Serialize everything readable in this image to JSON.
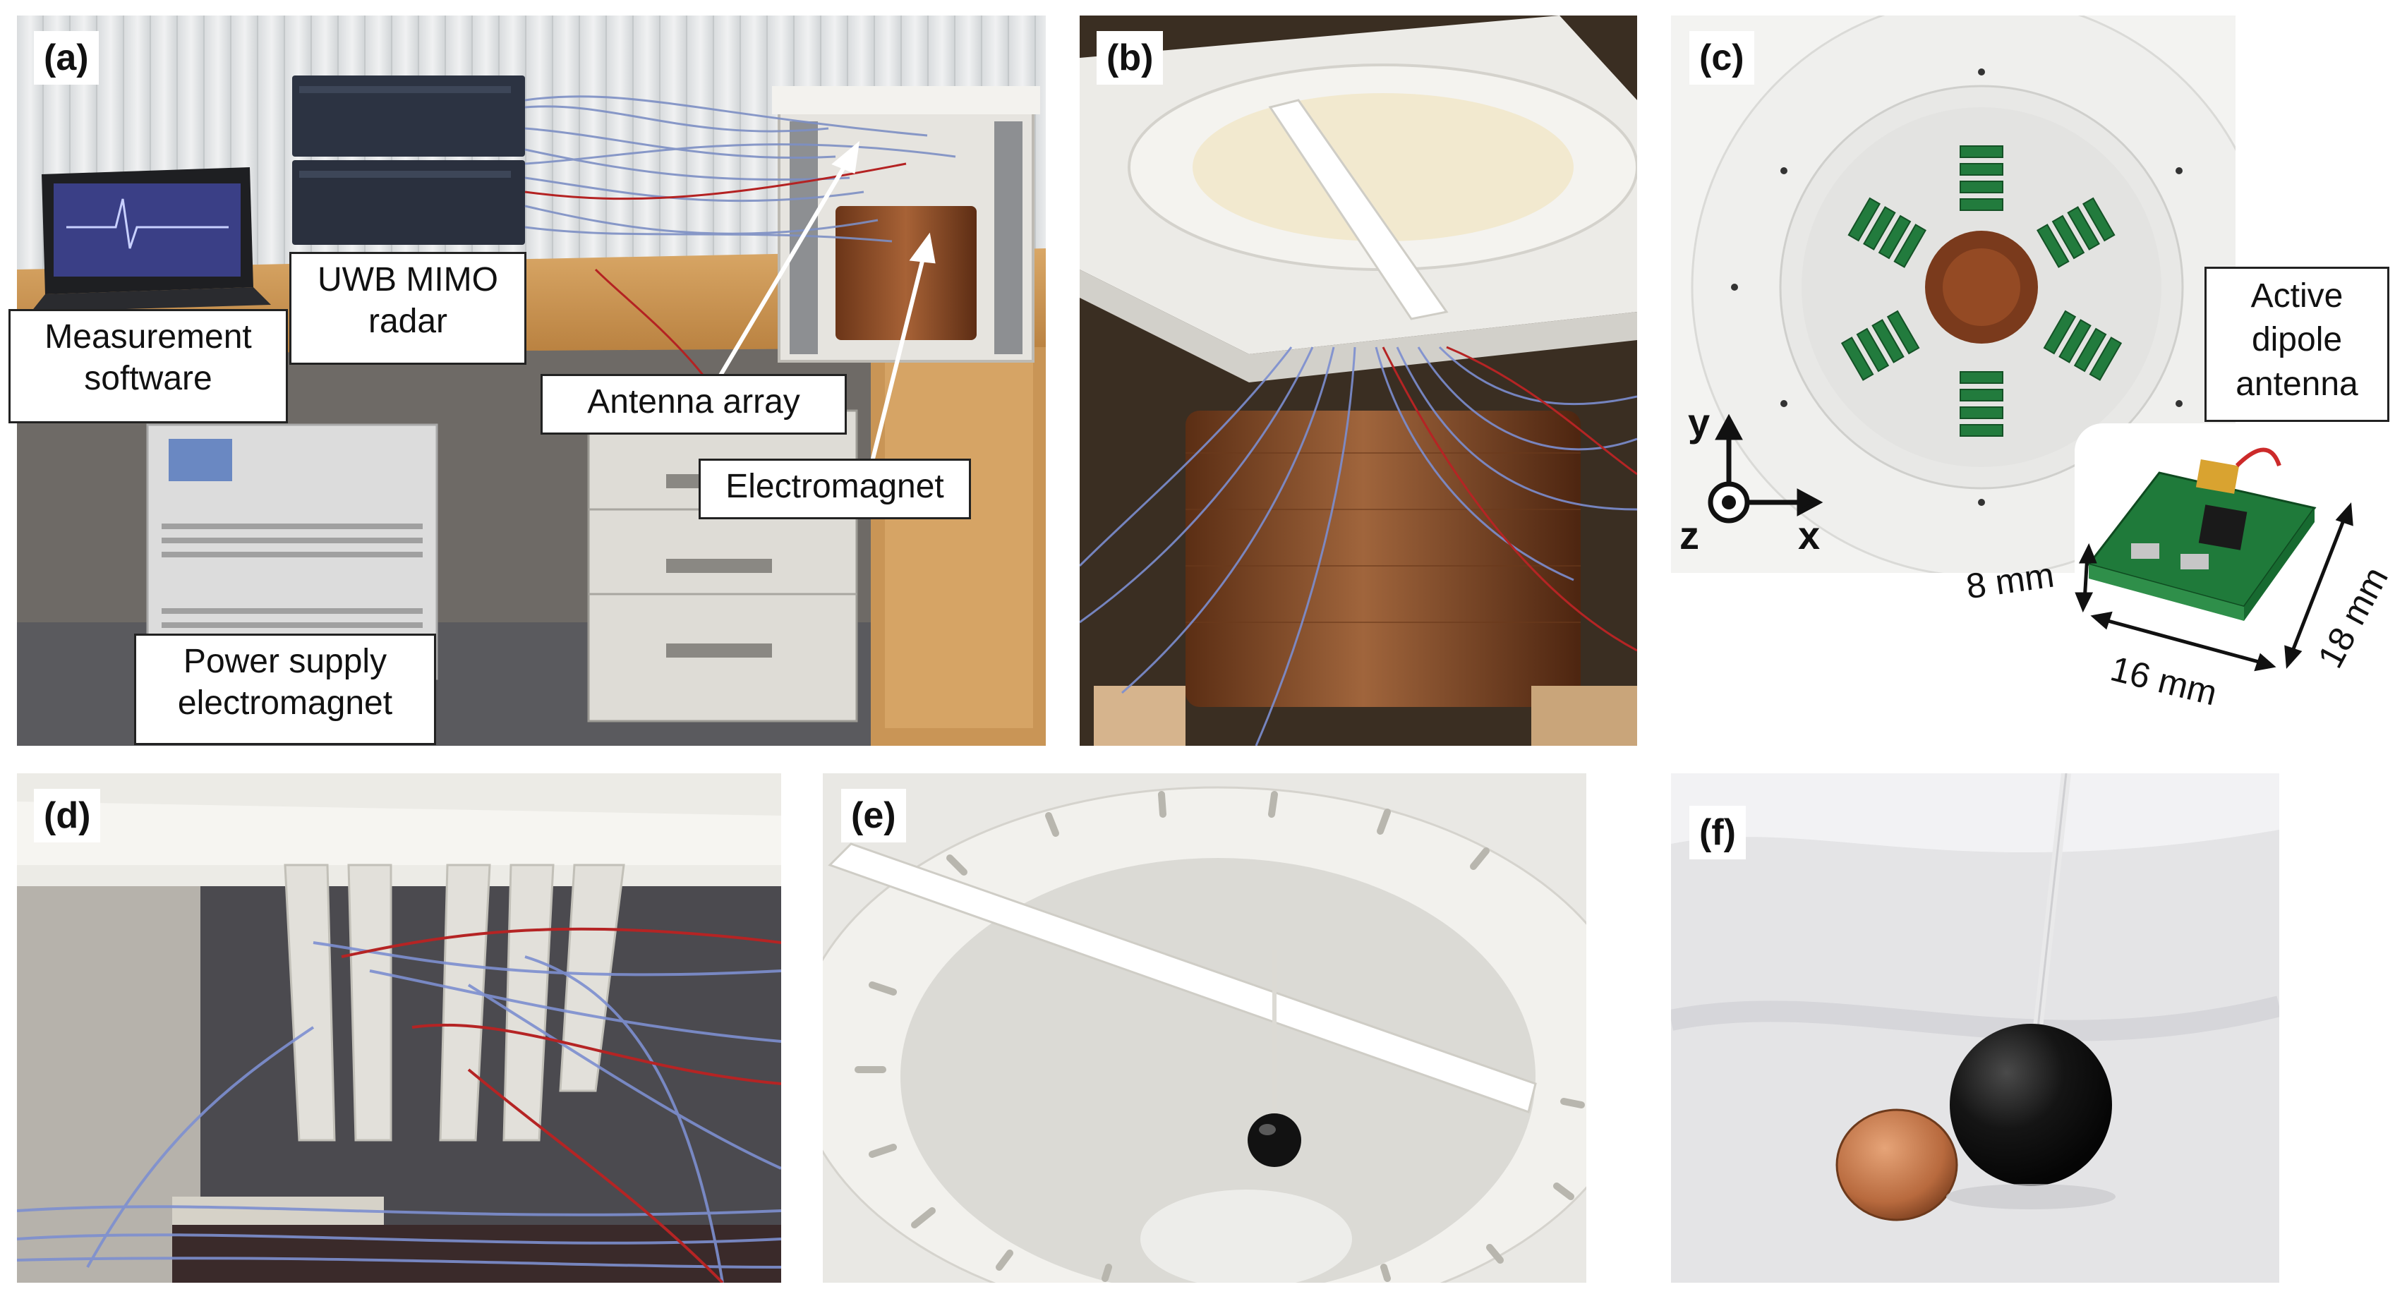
{
  "panels": {
    "a": {
      "label": "(a)"
    },
    "b": {
      "label": "(b)"
    },
    "c": {
      "label": "(c)"
    },
    "d": {
      "label": "(d)"
    },
    "e": {
      "label": "(e)"
    },
    "f": {
      "label": "(f)"
    }
  },
  "callouts_a": {
    "measurement_software": "Measurement\nsoftware",
    "uwb_mimo_radar": "UWB MIMO\nradar",
    "antenna_array": "Antenna array",
    "electromagnet": "Electromagnet",
    "power_supply": "Power supply\nelectromagnet"
  },
  "callouts_c": {
    "active_dipole": "Active\ndipole\nantenna",
    "dim_8": "8 mm",
    "dim_16": "16 mm",
    "dim_18": "18 mm",
    "axis_x": "x",
    "axis_y": "y",
    "axis_z": "z"
  },
  "colors": {
    "copper": "#8a4a26",
    "wire_blue": "#5a78b8",
    "wire_red": "#b52222",
    "white_plastic": "#efeeea",
    "pcb_green": "#1f7a3a"
  }
}
